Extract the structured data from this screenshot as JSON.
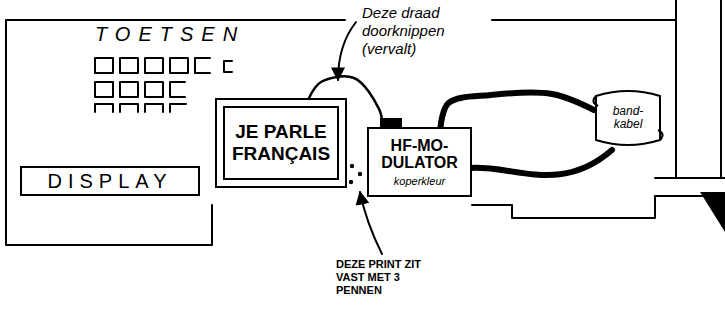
{
  "diagram": {
    "nodes": [
      {
        "text": [
          "DISPLAY"
        ]
      },
      {
        "text": [
          "JE PARLE FRANÇAIS"
        ]
      },
      {
        "text": [
          "HF-MO- DULATOR",
          "koperkleur"
        ]
      },
      {
        "text": [
          "band- kabel"
        ]
      }
    ],
    "edges": [
      {
        "from": 1,
        "to": 2,
        "arrow": "none"
      },
      {
        "from": 2,
        "to": 3,
        "arrow": "none"
      }
    ],
    "labels": [
      "TOETSEN",
      "Deze draad doorknippen (vervalt)",
      "DEZE PRINT ZIT VAST MET 3 PENNEN"
    ]
  }
}
